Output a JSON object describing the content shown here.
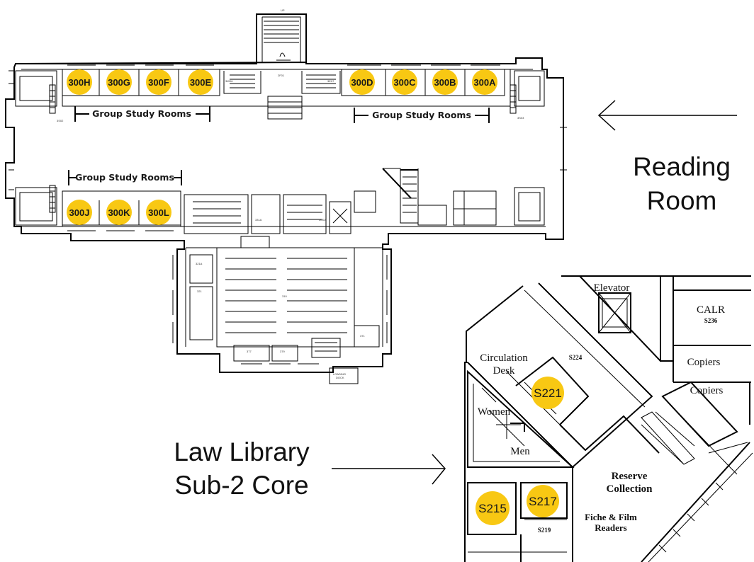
{
  "reading_room": {
    "label_line1": "Reading",
    "label_line2": "Room",
    "study_rooms_top_left": [
      "300H",
      "300G",
      "300F",
      "300E"
    ],
    "study_rooms_top_right": [
      "300D",
      "300C",
      "300B",
      "300A"
    ],
    "study_rooms_bottom": [
      "300J",
      "300K",
      "300L"
    ],
    "group_study_label": "Group Study Rooms"
  },
  "law_library": {
    "label_line1": "Law Library",
    "label_line2": "Sub-2 Core",
    "rooms": [
      "S221",
      "S215",
      "S217"
    ],
    "elevator": "Elevator",
    "calr": "CALR",
    "calr_number": "S236",
    "s224": "S224",
    "copiers_1": "Copiers",
    "copiers_2": "Copiers",
    "circulation_line1": "Circulation",
    "circulation_line2": "Desk",
    "women": "Women",
    "men": "Men",
    "reserve_line1": "Reserve",
    "reserve_line2": "Collection",
    "fiche_line1": "Fiche & Film",
    "fiche_line2": "Readers",
    "s219": "S219"
  },
  "colors": {
    "badge": "#f8c813",
    "line": "#000000"
  }
}
